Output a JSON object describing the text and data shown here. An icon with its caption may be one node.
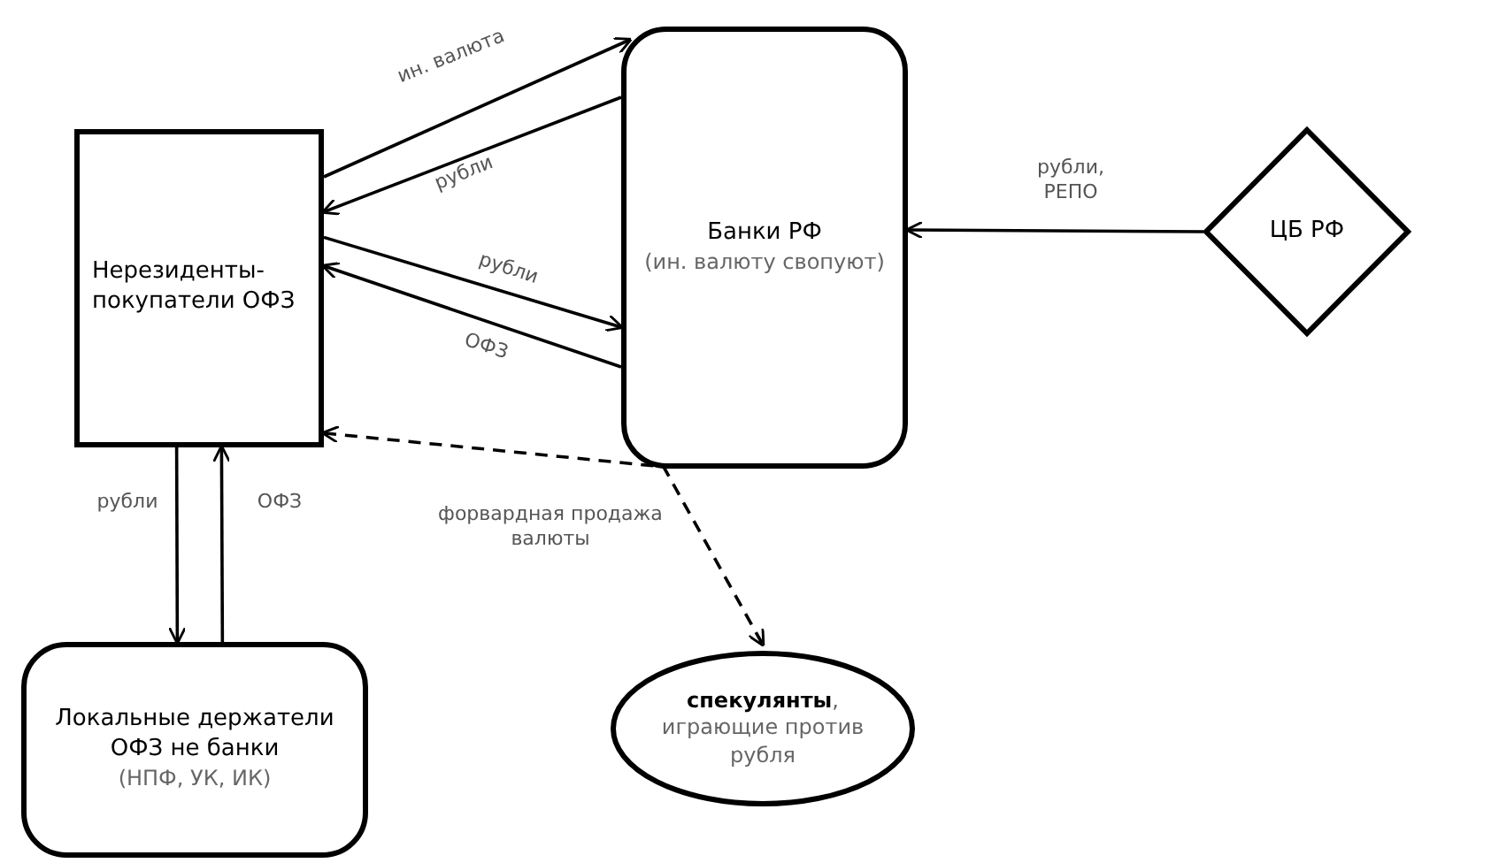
{
  "diagram": {
    "nodes": [
      {
        "text": [
          "Нерезиденты-покупатели ОФЗ"
        ]
      },
      {
        "text": [
          "Банки РФ",
          "(ин. валюту свопуют)"
        ]
      },
      {
        "text": [
          "ЦБ РФ"
        ]
      },
      {
        "text": [
          "Локальные держатели ОФЗ не банки",
          "(НПФ, УК, ИК)"
        ]
      },
      {
        "text": [
          "**спекулянты**, играющие против рубля"
        ]
      }
    ],
    "edges": [
      {
        "from": 0,
        "to": 1,
        "arrow": "to",
        "label": "ин. валюта"
      },
      {
        "from": 1,
        "to": 0,
        "arrow": "to",
        "label": "рубли"
      },
      {
        "from": 0,
        "to": 1,
        "arrow": "to",
        "label": "рубли"
      },
      {
        "from": 1,
        "to": 0,
        "arrow": "to",
        "label": "ОФЗ"
      },
      {
        "from": 2,
        "to": 1,
        "arrow": "to",
        "label": "рубли, РЕПО"
      },
      {
        "from": 0,
        "to": 3,
        "arrow": "to",
        "label": "рубли"
      },
      {
        "from": 3,
        "to": 0,
        "arrow": "to",
        "label": "ОФЗ"
      },
      {
        "from": 0,
        "to": 4,
        "arrow": "both",
        "label": "форвардная продажа валюты",
        "style": "dashed"
      }
    ]
  }
}
